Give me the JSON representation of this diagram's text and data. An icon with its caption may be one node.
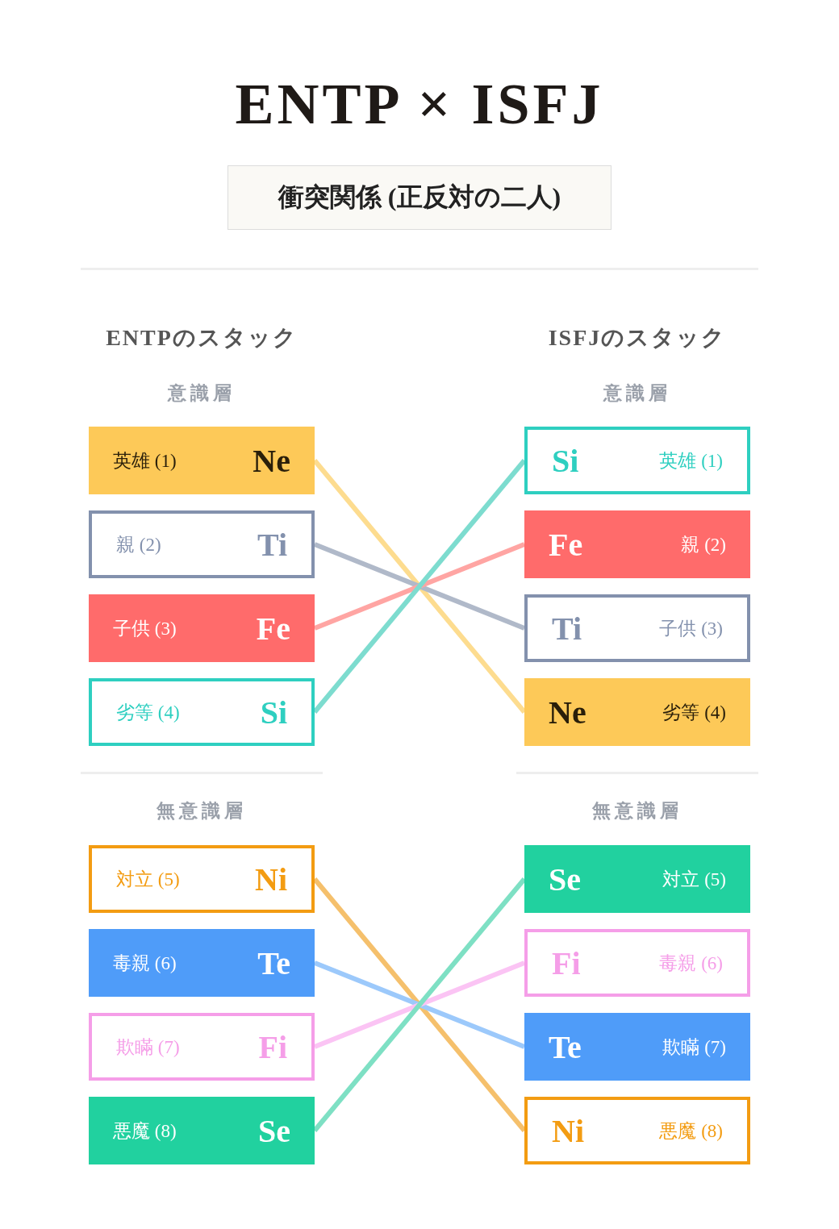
{
  "diagram": {
    "title": "ENTP × ISFJ",
    "nodes": [
      {
        "text": [
          "衝突関係 (正反対の二人)"
        ]
      },
      {
        "text": [
          "英雄 (1)",
          "Ne"
        ]
      },
      {
        "text": [
          "親 (2)",
          "Ti"
        ]
      },
      {
        "text": [
          "子供 (3)",
          "Fe"
        ]
      },
      {
        "text": [
          "劣等 (4)",
          "Si"
        ]
      },
      {
        "text": [
          "Si",
          "英雄 (1)"
        ]
      },
      {
        "text": [
          "Fe",
          "親 (2)"
        ]
      },
      {
        "text": [
          "Ti",
          "子供 (3)"
        ]
      },
      {
        "text": [
          "Ne",
          "劣等 (4)"
        ]
      },
      {
        "text": [
          "対立 (5)",
          "Ni"
        ]
      },
      {
        "text": [
          "毒親 (6)",
          "Te"
        ]
      },
      {
        "text": [
          "欺瞞 (7)",
          "Fi"
        ]
      },
      {
        "text": [
          "悪魔 (8)",
          "Se"
        ]
      },
      {
        "text": [
          "Se",
          "対立 (5)"
        ]
      },
      {
        "text": [
          "Fi",
          "毒親 (6)"
        ]
      },
      {
        "text": [
          "Te",
          "欺瞞 (7)"
        ]
      },
      {
        "text": [
          "Ni",
          "悪魔 (8)"
        ]
      }
    ],
    "edges": [
      {
        "from": 1,
        "to": 8,
        "arrow": "none",
        "color": "#fddc8f"
      },
      {
        "from": 2,
        "to": 7,
        "arrow": "none",
        "color": "#b0b9c9"
      },
      {
        "from": 3,
        "to": 6,
        "arrow": "none",
        "color": "#ffa5a3"
      },
      {
        "from": 4,
        "to": 5,
        "arrow": "none",
        "color": "#7ddccf"
      },
      {
        "from": 9,
        "to": 16,
        "arrow": "none",
        "color": "#f5c06c"
      },
      {
        "from": 10,
        "to": 15,
        "arrow": "none",
        "color": "#9cc9fb"
      },
      {
        "from": 11,
        "to": 14,
        "arrow": "none",
        "color": "#fbc4f4"
      },
      {
        "from": 12,
        "to": 13,
        "arrow": "none",
        "color": "#7ee0c4"
      }
    ],
    "labels": [
      "ENTPのスタック",
      "ISFJのスタック",
      "意識層",
      "意識層",
      "無意識層",
      "無意識層"
    ]
  }
}
